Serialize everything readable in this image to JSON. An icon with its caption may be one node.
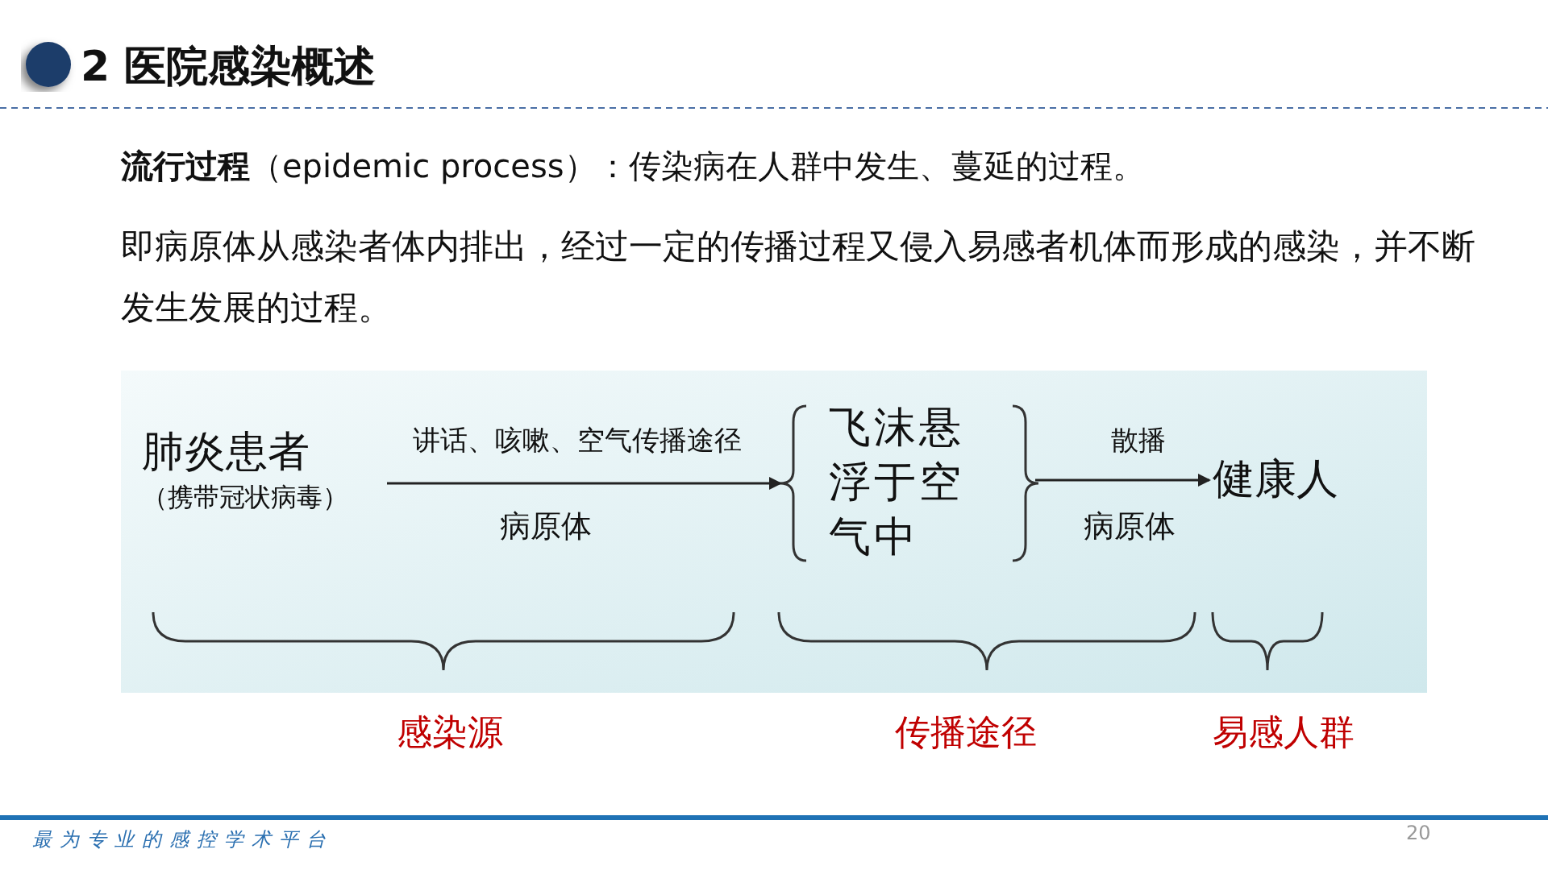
{
  "diagram": {
    "title": "2 医院感染概述",
    "nodes": [
      {
        "text": [
          "肺炎患者",
          "（携带冠状病毒）"
        ]
      },
      {
        "text": [
          "飞沫悬浮于空气中"
        ]
      },
      {
        "text": [
          "健康人"
        ]
      }
    ],
    "edges": [
      {
        "from": 0,
        "to": 1,
        "arrow": "to",
        "label": "讲话、咳嗽、空气传播途径"
      },
      {
        "from": 1,
        "to": 2,
        "arrow": "to",
        "label": "散播"
      }
    ],
    "labels": [
      "**流行过程**（epidemic process）：传染病在人群中发生、蔓延的过程。",
      "即病原体从感染者体内排出，经过一定的传播过程又侵入易感者机体而形成的感染，并不断发生发展的过程。",
      "病原体",
      "病原体",
      "感染源",
      "传播途径",
      "易感人群",
      "最为专业的感控学术平台",
      "20"
    ]
  }
}
